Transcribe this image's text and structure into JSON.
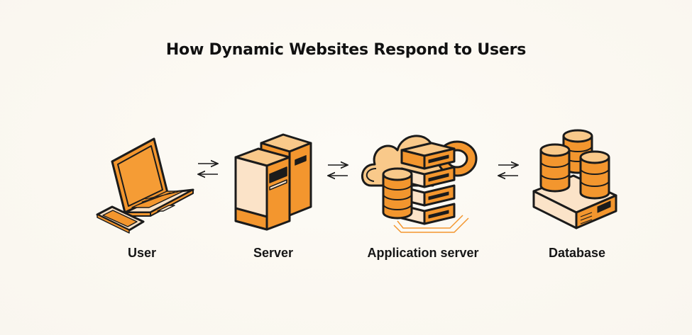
{
  "diagram": {
    "title": "How Dynamic Websites Respond to Users",
    "nodes": [
      {
        "id": "user",
        "label": "User",
        "icon": "laptop-phone-icon"
      },
      {
        "id": "server",
        "label": "Server",
        "icon": "server-tower-icon"
      },
      {
        "id": "app",
        "label": "Application server",
        "icon": "cloud-app-server-icon"
      },
      {
        "id": "db",
        "label": "Database",
        "icon": "database-stack-icon"
      }
    ],
    "edges": [
      {
        "from": "user",
        "to": "server",
        "direction": "bidirectional"
      },
      {
        "from": "server",
        "to": "app",
        "direction": "bidirectional"
      },
      {
        "from": "app",
        "to": "db",
        "direction": "bidirectional"
      }
    ],
    "colors": {
      "accent": "#f3962e",
      "accent_light": "#f9c98a",
      "cream": "#fbe3c8",
      "outline": "#1b1b1b",
      "background": "#fbf8f1"
    }
  }
}
